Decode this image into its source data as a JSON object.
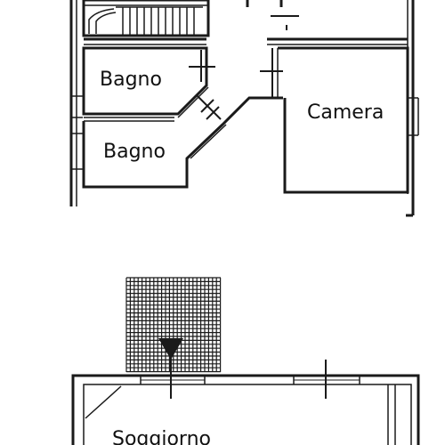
{
  "rooms": {
    "bagno_upper": "Bagno",
    "bagno_lower": "Bagno",
    "camera": "Camera",
    "soggiorno": "Soggiorno"
  },
  "colors": {
    "wall": "#1a1a1a",
    "background": "#ffffff"
  }
}
